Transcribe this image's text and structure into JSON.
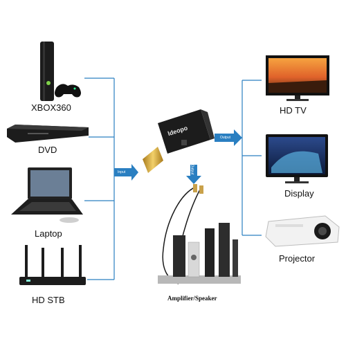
{
  "inputs": [
    {
      "label": "XBOX360"
    },
    {
      "label": "DVD"
    },
    {
      "label": "Laptop"
    },
    {
      "label": "HD STB"
    }
  ],
  "outputs": [
    {
      "label": "HD TV"
    },
    {
      "label": "Display"
    },
    {
      "label": "Projector"
    }
  ],
  "audio_label": "Amplifier/Speaker",
  "arrows": {
    "input": "Input",
    "output": "Output",
    "audio": "Output"
  },
  "adapter_brand": "ldeopo",
  "colors": {
    "connector": "#2a7fc1",
    "device": "#1c1c1c"
  }
}
